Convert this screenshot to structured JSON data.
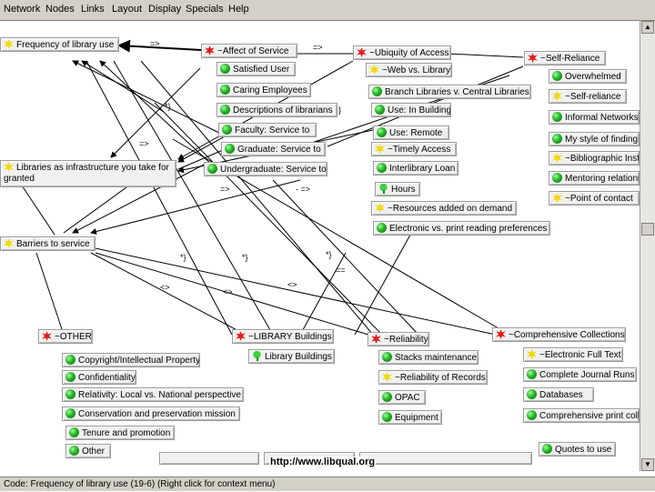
{
  "menu": [
    "Network",
    "Nodes",
    "Links",
    "Layout",
    "Display",
    "Specials",
    "Help"
  ],
  "nodes": {
    "freq": "Frequency of library use",
    "affect": "~Affect of Service",
    "satisfied": "Satisfied User",
    "caring": "Caring Employees",
    "descriptions": "Descriptions of librarians",
    "faculty": "Faculty: Service to",
    "graduate": "Graduate: Service to",
    "undergrad": "Undergraduate: Service to",
    "ubiquity": "~Ubiquity of Access",
    "webvs": "~Web vs. Library",
    "branch": "Branch Libraries v. Central Libraries",
    "inbuilding": "Use: In Building",
    "remote": "Use: Remote",
    "timely": "~Timely Access",
    "ill": "Interlibrary Loan",
    "hours": "Hours",
    "resources": "~Resources added on demand",
    "electronic": "Electronic vs. print reading preferences",
    "selfreliance": "~Self-Reliance",
    "overwhelmed": "Overwhelmed",
    "selfreliance2": "~Self-reliance",
    "informal": "Informal Networks",
    "mystyle": "My style of finding",
    "biblio": "~Bibliographic Inst",
    "mentoring": "Mentoring relations",
    "poc": "~Point of contact",
    "infra": "Libraries as infrastructure you take for granted",
    "barriers": "Barriers to service",
    "other": "~OTHER",
    "copyright": "Copyright/Intellectual Property",
    "confidentiality": "Confidentiality",
    "relativity": "Relativity: Local vs. National perspective",
    "conservation": "Conservation and preservation mission",
    "tenure": "Tenure and promotion",
    "othernode": "Other",
    "libbuildings": "~LIBRARY Buildings",
    "libbuildings2": "Library Buildings",
    "reliability": "~Reliability",
    "stacks": "Stacks maintenance",
    "records": "~Reliability of Records",
    "opac": "OPAC",
    "equipment": "Equipment",
    "comprehensive": "~Comprehensive Collections",
    "efulltext": "~Electronic Full Text",
    "journalruns": "Complete Journal Runs",
    "databases": "Databases",
    "printcoll": "Comprehensive print colle",
    "quotes": "Quotes to use"
  },
  "edge_labels": {
    "a": "=>",
    "b": "=>",
    "c": "=>",
    "d": "=>",
    "e": "- =>",
    "f": "*}",
    "g": "*}",
    "h": "*}",
    "i": "*}",
    "j": "==",
    "k": "<>",
    "l": "<>",
    "m": "<>",
    "n": "}"
  },
  "watermark": "http://www.libqual.org",
  "status": "Code: Frequency of library use (19-6) (Right click for context menu)"
}
